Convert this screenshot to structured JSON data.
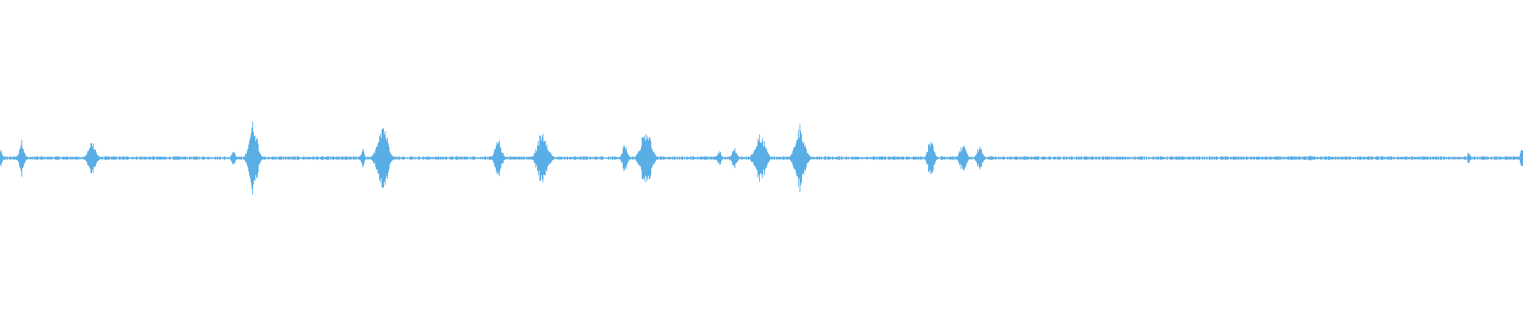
{
  "waveform": {
    "color": "#5aaee6",
    "baseline_amplitude": 0.006,
    "bursts": [
      {
        "position": 0.0,
        "amplitude": 0.03,
        "width": 0.002
      },
      {
        "position": 0.014,
        "amplitude": 0.06,
        "width": 0.003
      },
      {
        "position": 0.06,
        "amplitude": 0.055,
        "width": 0.0045
      },
      {
        "position": 0.153,
        "amplitude": 0.03,
        "width": 0.002
      },
      {
        "position": 0.166,
        "amplitude": 0.12,
        "width": 0.005
      },
      {
        "position": 0.238,
        "amplitude": 0.03,
        "width": 0.002
      },
      {
        "position": 0.251,
        "amplitude": 0.12,
        "width": 0.006
      },
      {
        "position": 0.327,
        "amplitude": 0.06,
        "width": 0.004
      },
      {
        "position": 0.356,
        "amplitude": 0.09,
        "width": 0.006
      },
      {
        "position": 0.41,
        "amplitude": 0.045,
        "width": 0.003
      },
      {
        "position": 0.424,
        "amplitude": 0.1,
        "width": 0.006
      },
      {
        "position": 0.472,
        "amplitude": 0.025,
        "width": 0.0025
      },
      {
        "position": 0.482,
        "amplitude": 0.035,
        "width": 0.003
      },
      {
        "position": 0.499,
        "amplitude": 0.08,
        "width": 0.006
      },
      {
        "position": 0.525,
        "amplitude": 0.11,
        "width": 0.0055
      },
      {
        "position": 0.611,
        "amplitude": 0.07,
        "width": 0.0035
      },
      {
        "position": 0.632,
        "amplitude": 0.045,
        "width": 0.004
      },
      {
        "position": 0.643,
        "amplitude": 0.04,
        "width": 0.0035
      },
      {
        "position": 0.86,
        "amplitude": 0.012,
        "width": 0.002
      },
      {
        "position": 0.964,
        "amplitude": 0.02,
        "width": 0.0015
      },
      {
        "position": 0.999,
        "amplitude": 0.03,
        "width": 0.002
      }
    ]
  }
}
